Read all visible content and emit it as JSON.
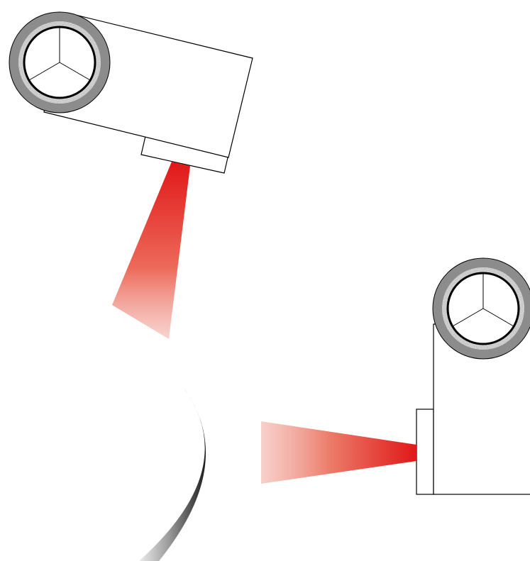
{
  "diagram": {
    "title": "",
    "elements": [
      {
        "name": "laser-projector-top",
        "icon": "projector-with-reel-icon"
      },
      {
        "name": "laser-projector-right",
        "icon": "projector-with-reel-icon"
      },
      {
        "name": "laser-beam-top",
        "color_start": "#e01818",
        "color_end": "#f0a0a0"
      },
      {
        "name": "laser-beam-right",
        "color_start": "#e01818",
        "color_end": "#f0a0a0"
      },
      {
        "name": "curved-mirror",
        "icon": "crescent-mirror-icon"
      }
    ]
  },
  "colors": {
    "outline": "#000000",
    "reel_ring": "#8c8c8c",
    "laser_red": "#e01818",
    "laser_fade": "#f3b0a8",
    "mirror_dark": "#1e1e1e",
    "mirror_light": "#d8d8d8"
  }
}
